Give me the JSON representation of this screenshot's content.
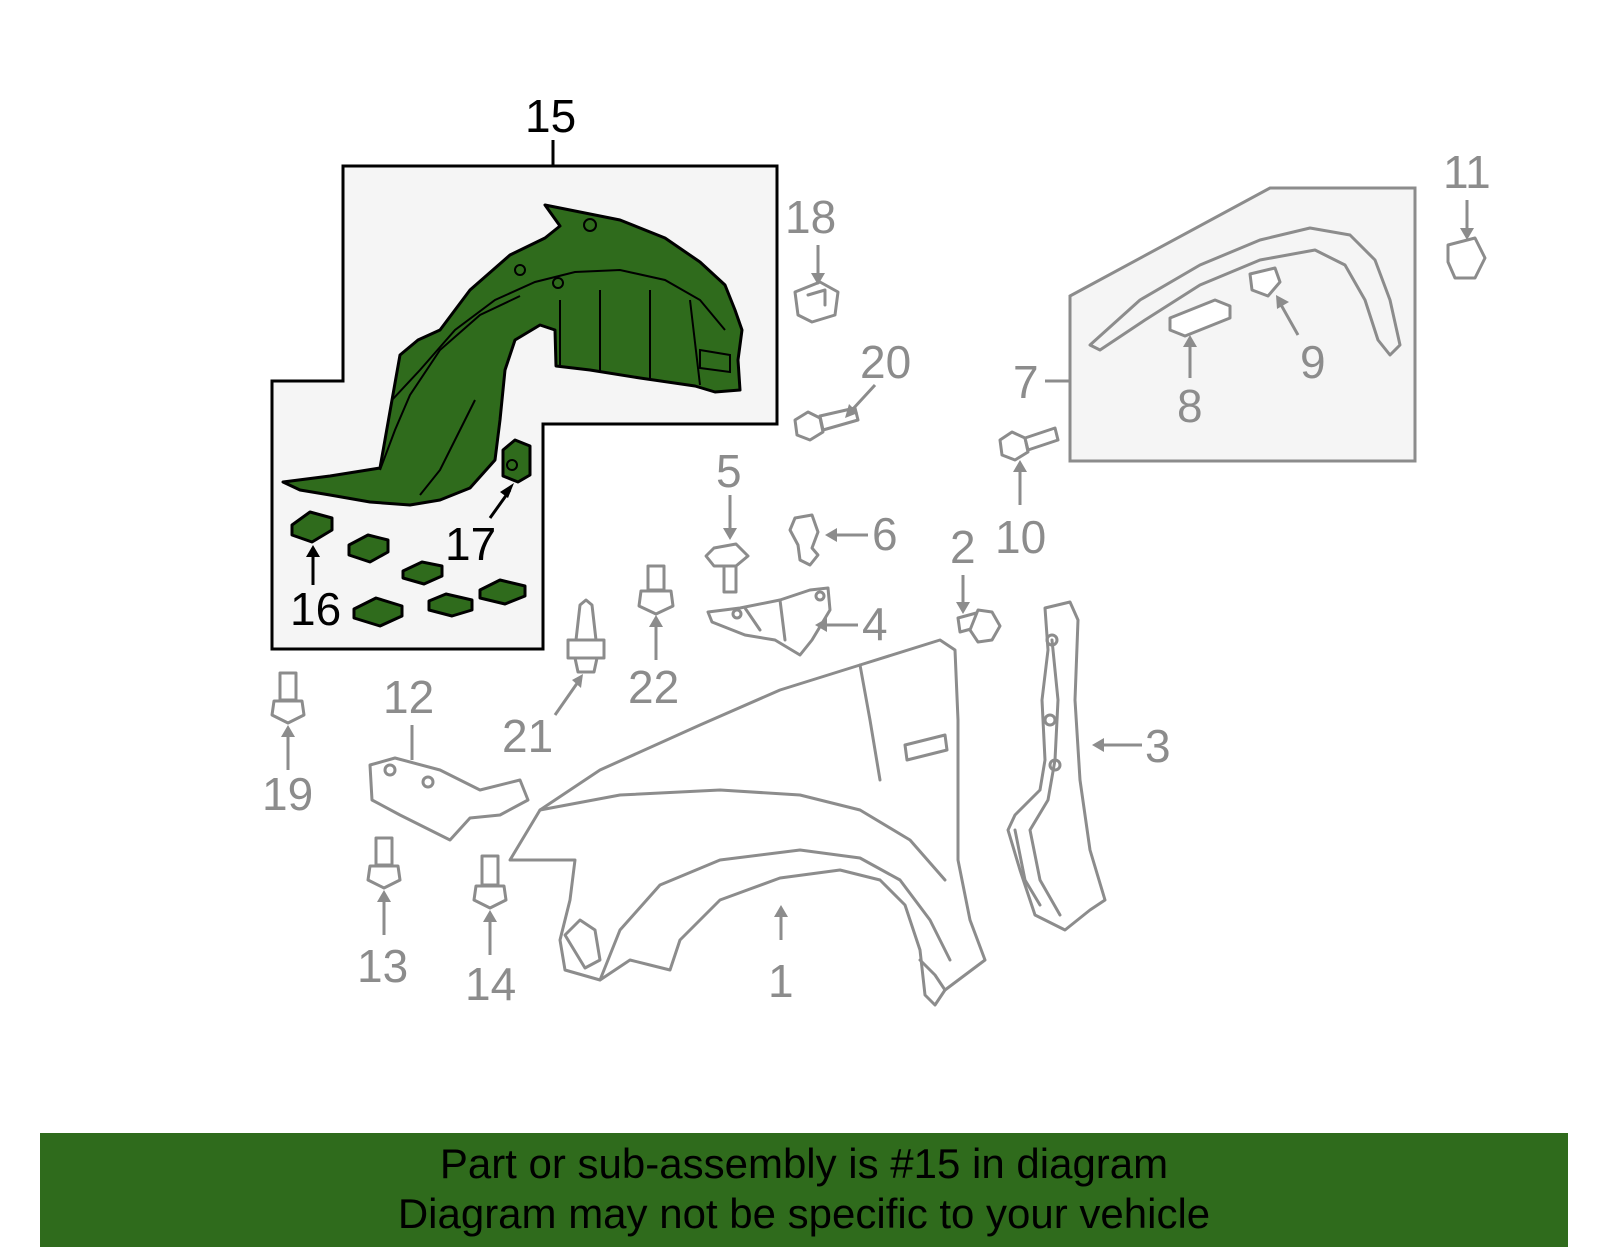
{
  "callouts": {
    "c1": "1",
    "c2": "2",
    "c3": "3",
    "c4": "4",
    "c5": "5",
    "c6": "6",
    "c7": "7",
    "c8": "8",
    "c9": "9",
    "c10": "10",
    "c11": "11",
    "c12": "12",
    "c13": "13",
    "c14": "14",
    "c15": "15",
    "c16": "16",
    "c17": "17",
    "c18": "18",
    "c19": "19",
    "c20": "20",
    "c21": "21",
    "c22": "22"
  },
  "highlighted_part": "15",
  "colors": {
    "highlight_green": "#2f6b1c",
    "part_gray": "#8c8c8c",
    "box_fill": "#f5f5f5",
    "text_dark": "#000000"
  },
  "footer": {
    "line1": "Part or sub-assembly is #15 in diagram",
    "line2": "Diagram may not be specific to your vehicle"
  }
}
